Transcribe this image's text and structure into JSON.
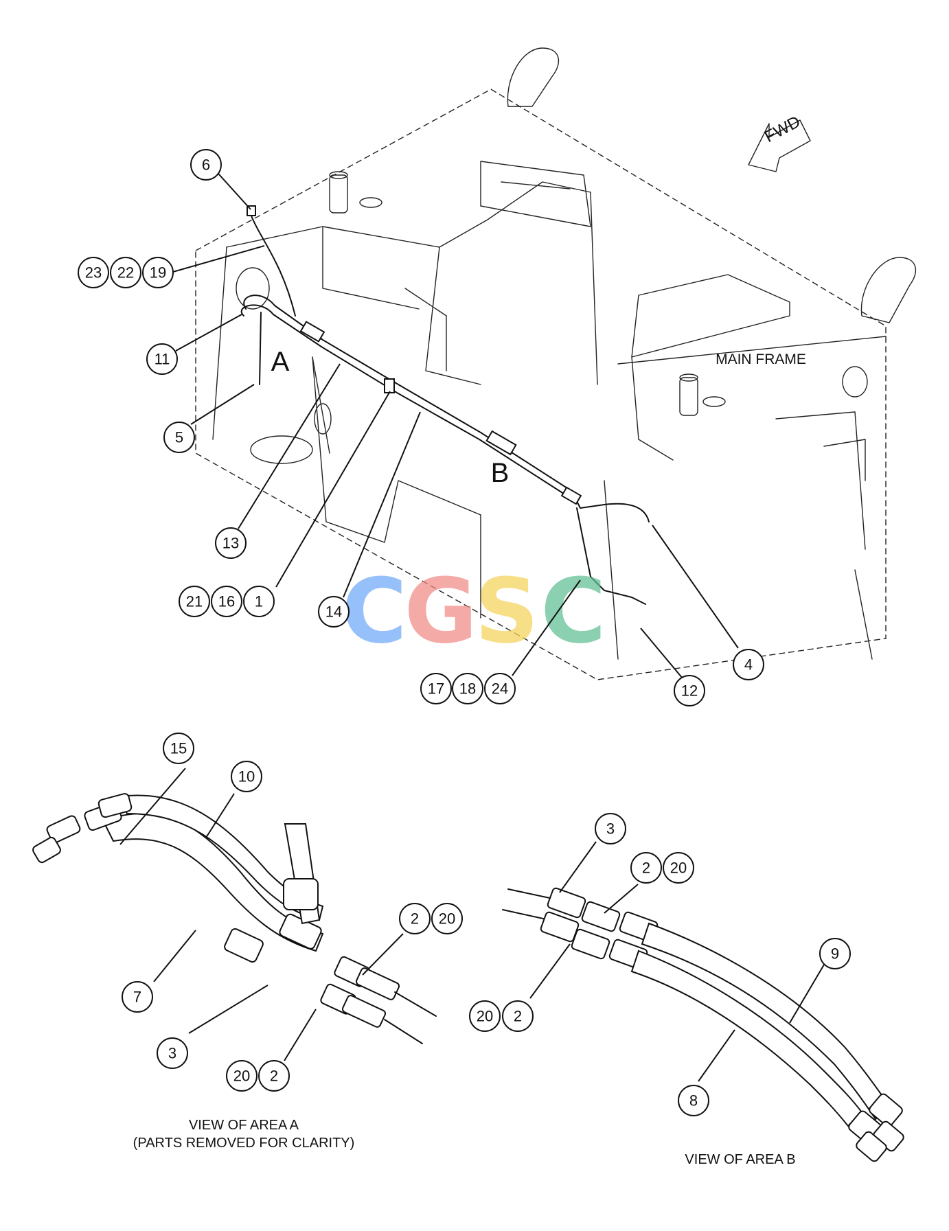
{
  "labels": {
    "fwd": "FWD",
    "main_frame": "MAIN FRAME",
    "area_a_letter": "A",
    "area_b_letter": "B",
    "view_a_line1": "VIEW OF AREA A",
    "view_a_line2": "(PARTS REMOVED FOR CLARITY)",
    "view_b": "VIEW OF AREA B"
  },
  "watermark": {
    "letters": [
      "C",
      "G",
      "S",
      "C"
    ],
    "colors": [
      "#6fa8f7",
      "#f08a84",
      "#f5d35a",
      "#5fbf94"
    ]
  },
  "callouts": [
    {
      "id": "c6",
      "text": "6"
    },
    {
      "id": "c23",
      "text": "23"
    },
    {
      "id": "c22",
      "text": "22"
    },
    {
      "id": "c19",
      "text": "19"
    },
    {
      "id": "c11",
      "text": "11"
    },
    {
      "id": "c5",
      "text": "5"
    },
    {
      "id": "c13",
      "text": "13"
    },
    {
      "id": "c21",
      "text": "21"
    },
    {
      "id": "c16",
      "text": "16"
    },
    {
      "id": "c1",
      "text": "1"
    },
    {
      "id": "c14",
      "text": "14"
    },
    {
      "id": "c17",
      "text": "17"
    },
    {
      "id": "c18",
      "text": "18"
    },
    {
      "id": "c24",
      "text": "24"
    },
    {
      "id": "c12",
      "text": "12"
    },
    {
      "id": "c4",
      "text": "4"
    },
    {
      "id": "c15",
      "text": "15"
    },
    {
      "id": "c10",
      "text": "10"
    },
    {
      "id": "c2a",
      "text": "2"
    },
    {
      "id": "c20a",
      "text": "20"
    },
    {
      "id": "c7",
      "text": "7"
    },
    {
      "id": "c3a",
      "text": "3"
    },
    {
      "id": "c20b",
      "text": "20"
    },
    {
      "id": "c2b",
      "text": "2"
    },
    {
      "id": "c3b",
      "text": "3"
    },
    {
      "id": "c2c",
      "text": "2"
    },
    {
      "id": "c20c",
      "text": "20"
    },
    {
      "id": "c20d",
      "text": "20"
    },
    {
      "id": "c2d",
      "text": "2"
    },
    {
      "id": "c9",
      "text": "9"
    },
    {
      "id": "c8",
      "text": "8"
    }
  ]
}
